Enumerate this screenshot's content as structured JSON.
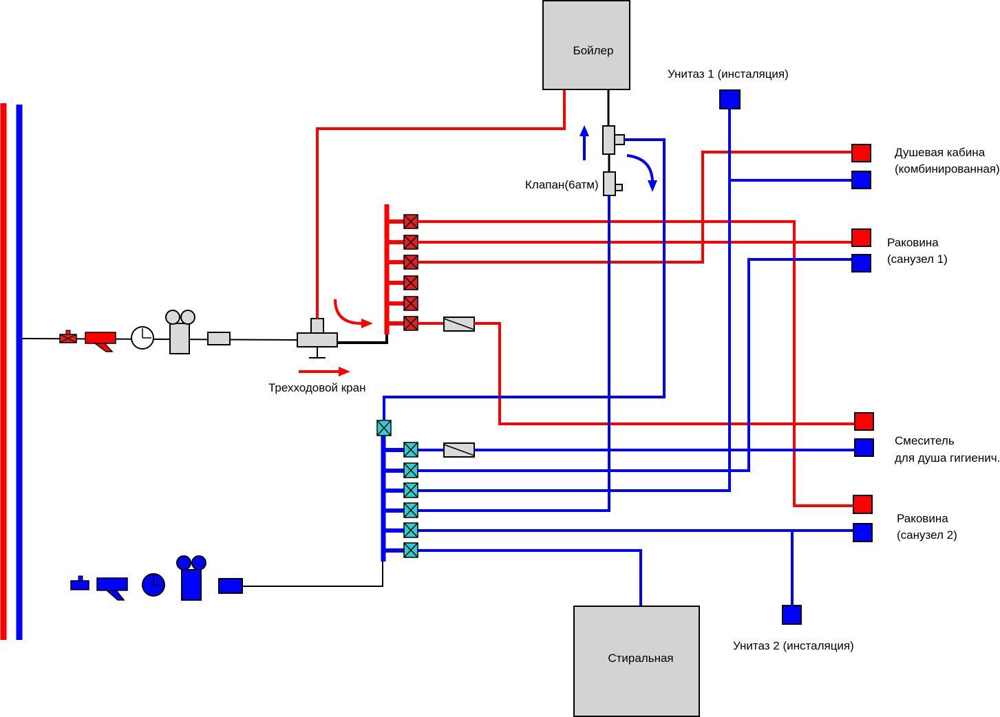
{
  "colors": {
    "hot": "#ff0000",
    "cold": "#0000ff",
    "cold_valve": "#33cccc",
    "hot_valve": "#dd2222",
    "device_fill": "#d9d9d9",
    "box_fill": "#d3d3d3"
  },
  "icons": {
    "valve": "cross-box-icon",
    "gauge": "clock-gauge-icon",
    "filter": "y-filter-icon",
    "flow": "arrow-icon"
  },
  "labels": {
    "boiler": "Бойлер",
    "washer": "Стиральная",
    "toilet1": "Унитаз 1  (инсталяция)",
    "toilet2": "Унитаз 2 (инсталяция)",
    "shower_line1": "Душевая кабина",
    "shower_line2": "(комбинированная)",
    "sink1_line1": "Раковина",
    "sink1_line2": "(санузел 1)",
    "mixer_line1": "Смеситель",
    "mixer_line2": "для душа гигиенич.",
    "sink2_line1": "Раковина",
    "sink2_line2": "(санузел 2)",
    "valve6": "Клапан(6атм)",
    "three_way": "Трехходовой кран"
  }
}
